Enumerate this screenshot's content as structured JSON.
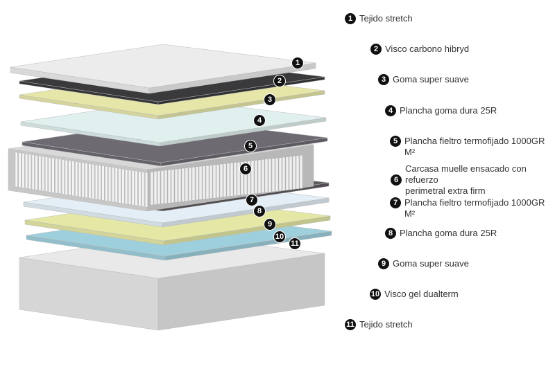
{
  "layers": [
    {
      "n": "1",
      "label": "Tejido stretch",
      "color": "#ececec"
    },
    {
      "n": "2",
      "label": "Visco carbono hibryd",
      "color": "#3a3a3c"
    },
    {
      "n": "3",
      "label": "Goma super suave",
      "color": "#e6e6a8"
    },
    {
      "n": "4",
      "label": "Plancha goma dura 25R",
      "color": "#dff0ee"
    },
    {
      "n": "5",
      "label": "Plancha fieltro termofijado 1000GR M²",
      "color": "#6e6a72"
    },
    {
      "n": "6",
      "label": "Carcasa muelle ensacado con refuerzo\nperimetral extra firm",
      "color": "#d8d8d8"
    },
    {
      "n": "7",
      "label": "Plancha fieltro termofijado 1000GR M²",
      "color": "#5f5a60"
    },
    {
      "n": "8",
      "label": "Plancha goma dura 25R",
      "color": "#e3eef6"
    },
    {
      "n": "9",
      "label": "Goma super suave",
      "color": "#e4e8a4"
    },
    {
      "n": "10",
      "label": "Visco gel dualterm",
      "color": "#9ecfdc"
    },
    {
      "n": "11",
      "label": "Tejido stretch",
      "color": "#e9e9e9"
    }
  ]
}
